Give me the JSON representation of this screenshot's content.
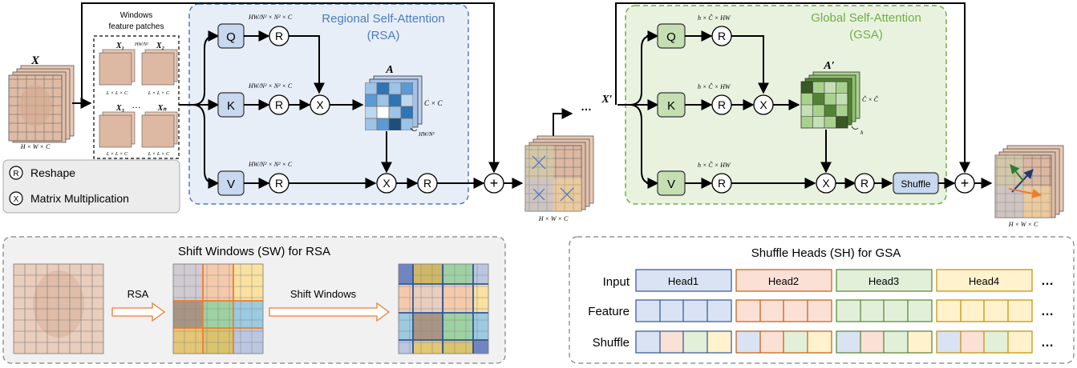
{
  "input": {
    "symbol": "X",
    "dims": "H × W × C"
  },
  "windows": {
    "title_line1": "Windows",
    "title_line2": "feature patches",
    "x1": "X₁",
    "x2": "X₂",
    "x3": "X₃",
    "xn": "Xₙ",
    "ellipsis": "…",
    "dims": "L × L × C",
    "count": "HW/N²"
  },
  "legend": {
    "r_symbol": "R",
    "r_label": "Reshape",
    "x_symbol": "X",
    "x_label": "Matrix Multiplication"
  },
  "rsa": {
    "title_line1": "Regional Self-Attention",
    "title_line2": "(RSA)",
    "q": "Q",
    "k": "K",
    "v": "V",
    "dim_label": "HW/N² × N² × C",
    "attn": "A",
    "attn_dims": "C × C",
    "attn_count": "HW/N²"
  },
  "mid": {
    "symbol": "X′",
    "dims": "H × W × C",
    "ellipsis": "…"
  },
  "gsa": {
    "title_line1": "Global Self-Attention",
    "title_line2": "(GSA)",
    "q": "Q",
    "k": "K",
    "v": "V",
    "dim_label": "h × Ĉ × HW",
    "attn": "A′",
    "attn_dims": "Ĉ × Ĉ",
    "attn_count": "h",
    "shuffle": "Shuffle"
  },
  "output": {
    "dims": "H × W × C"
  },
  "ops": {
    "plus": "+",
    "reshape": "R",
    "matmul": "X"
  },
  "sw": {
    "title": "Shift Windows (SW) for RSA",
    "rsa_label": "RSA",
    "shift_label": "Shift Windows"
  },
  "sh": {
    "title": "Shuffle Heads (SH) for GSA",
    "rows": [
      "Input",
      "Feature",
      "Shuffle"
    ],
    "heads": [
      "Head1",
      "Head2",
      "Head3",
      "Head4"
    ],
    "ellipsis": "…"
  },
  "colors": {
    "rsa_fill": "#e8eef8",
    "rsa_border": "#4a7cc4",
    "gsa_fill": "#e9f2df",
    "gsa_border": "#70ad47",
    "q_rsa": "#c7d8ef",
    "q_gsa": "#c5dfb3",
    "head1": "#dae3f3",
    "head2": "#fbe0d6",
    "head3": "#e2f0d9",
    "head4": "#fff2cc",
    "arrow_orange": "#ed7d31"
  }
}
